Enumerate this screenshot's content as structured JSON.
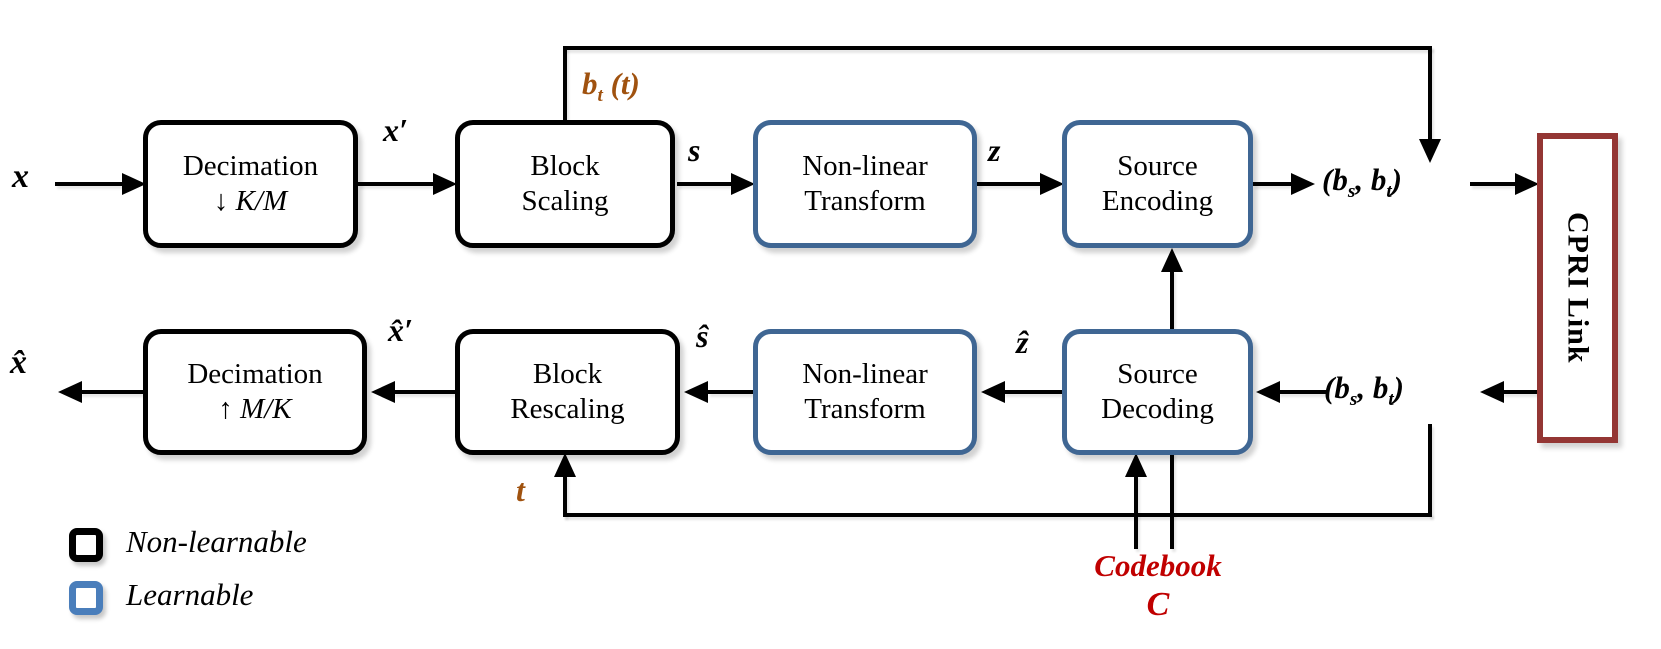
{
  "colors": {
    "learnable_border": "#3F6693",
    "legend_learnable": "#4A7EBB",
    "cpri_border": "#943634",
    "feedback_brown": "#A0520F",
    "codebook_red": "#C00000"
  },
  "blocks": {
    "decimation_down": {
      "line1": "Decimation",
      "arrow": "↓",
      "ratio": "K/M"
    },
    "block_scaling": {
      "line1": "Block",
      "line2": "Scaling"
    },
    "nonlinear_transform_top": {
      "line1": "Non-linear",
      "line2": "Transform"
    },
    "source_encoding": {
      "line1": "Source",
      "line2": "Encoding"
    },
    "decimation_up": {
      "line1": "Decimation",
      "arrow": "↑",
      "ratio": "M/K"
    },
    "block_rescaling": {
      "line1": "Block",
      "line2": "Rescaling"
    },
    "nonlinear_transform_bottom": {
      "line1": "Non-linear",
      "line2": "Transform"
    },
    "source_decoding": {
      "line1": "Source",
      "line2": "Decoding"
    },
    "cpri_link": {
      "label": "CPRI Link"
    }
  },
  "signals": {
    "x_in": "x",
    "x_prime": "x′",
    "s": "s",
    "z": "z",
    "x_hat": "x̂",
    "x_hat_prime": "x̂′",
    "s_hat": "ŝ",
    "z_hat": "ẑ",
    "t": "t",
    "bt": {
      "base": "b",
      "sub": "t",
      "open": " (",
      "tsym": "t",
      "close": ")"
    },
    "bst": {
      "open": "(b",
      "sub1": "s",
      "mid": ", b",
      "sub2": "t",
      "close": ")"
    }
  },
  "codebook": {
    "word": "Codebook",
    "symbol": "C"
  },
  "legend": {
    "non_learnable": "Non-learnable",
    "learnable": "Learnable"
  }
}
